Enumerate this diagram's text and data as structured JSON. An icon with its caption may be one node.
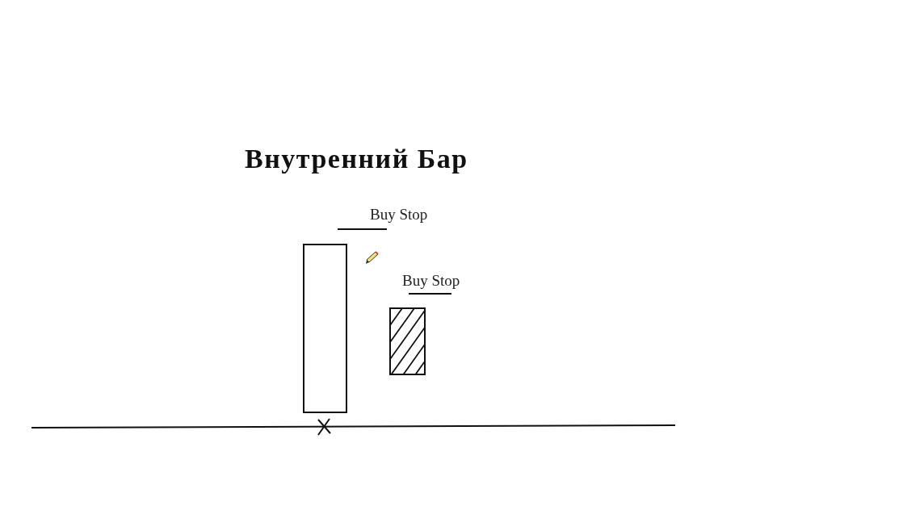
{
  "diagram": {
    "title": "Внутренний Бар",
    "labels": [
      "Buy Stop",
      "Buy Stop"
    ]
  }
}
